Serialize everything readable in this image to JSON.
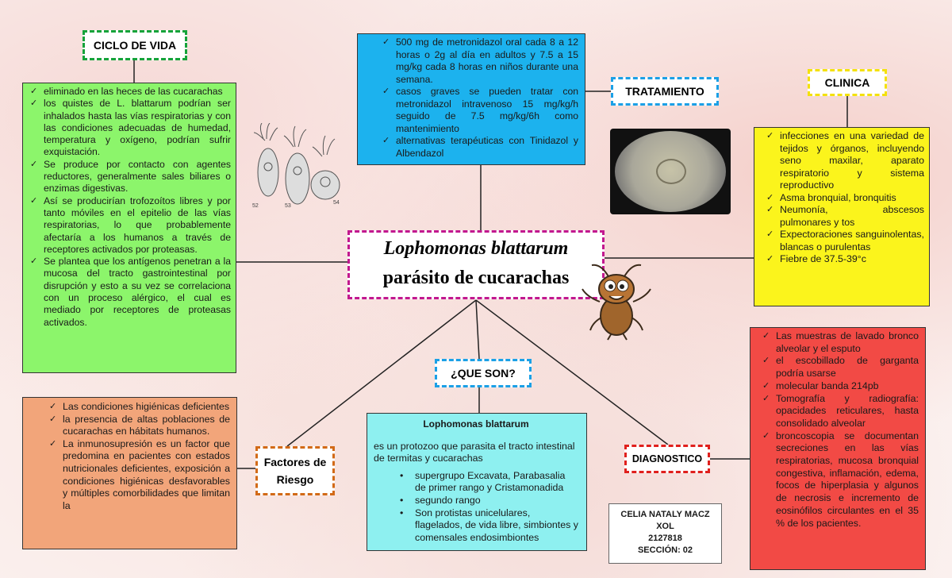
{
  "title": {
    "line1": "Lophomonas blattarum",
    "line2": "parásito de cucarachas"
  },
  "ciclo_de_vida": {
    "label": "CICLO DE VIDA",
    "items": [
      "eliminado en las heces de las cucarachas",
      "los quistes de L. blattarum podrían ser inhalados hasta las vías respiratorias y con las condiciones adecuadas de humedad, temperatura y oxígeno, podrían sufrir exquistación.",
      "Se produce por contacto con agentes reductores, generalmente sales biliares o enzimas digestivas.",
      "Así se producirían trofozoítos libres y por tanto móviles en el epitelio de las vías respiratorias, lo que probablemente afectaría a los humanos a través de receptores activados por proteasas.",
      "Se plantea que los antígenos penetran a la mucosa del tracto gastrointestinal por disrupción y esto a su vez se correlaciona con un proceso alérgico, el cual es mediado por receptores de proteasas activados."
    ]
  },
  "tratamiento": {
    "label": "TRATAMIENTO",
    "items": [
      "500 mg de metronidazol oral cada 8 a 12 horas o 2g al día en adultos y 7.5 a 15 mg/kg cada 8 horas en niños durante una semana.",
      "casos graves se pueden tratar con metronidazol intravenoso 15 mg/kg/h seguido de 7.5 mg/kg/6h como mantenimiento",
      "alternativas terapéuticas con Tinidazol y Albendazol"
    ]
  },
  "clinica": {
    "label": "CLINICA",
    "items": [
      "infecciones en una variedad de tejidos y órganos, incluyendo seno maxilar, aparato respiratorio y sistema reproductivo",
      "Asma bronquial, bronquitis",
      "Neumonía, abscesos pulmonares y tos",
      "Expectoraciones sanguinolentas, blancas o purulentas",
      "Fiebre de 37.5-39°c"
    ]
  },
  "que_son": {
    "label": "¿QUE SON?",
    "heading": "Lophomonas blattarum",
    "intro": "es un protozoo que parasita el tracto intestinal de termitas y cucarachas",
    "items": [
      "supergrupo Excavata, Parabasalia de primer rango y Cristamonadida",
      "segundo rango",
      "Son protistas unicelulares, flagelados, de vida libre, simbiontes y comensales endosimbiontes"
    ]
  },
  "factores": {
    "label_line1": "Factores de",
    "label_line2": "Riesgo",
    "items": [
      "Las condiciones higiénicas deficientes",
      "la presencia de altas poblaciones de cucarachas en hábitats humanos.",
      "La inmunosupresión es un factor que predomina en pacientes con estados nutricionales deficientes, exposición a condiciones higiénicas desfavorables y múltiples comorbilidades que limitan la"
    ]
  },
  "diagnostico": {
    "label": "DIAGNOSTICO",
    "items": [
      "Las muestras de lavado bronco alveolar y el esputo",
      "el escobillado de garganta podría usarse",
      "molecular banda 214pb",
      "Tomografía y radiografía: opacidades reticulares, hasta consolidado alveolar",
      "broncoscopia se documentan secreciones en las vías respiratorias, mucosa bronquial congestiva, inflamación, edema, focos de hiperplasia y algunos de necrosis e incremento de eosinófilos circulantes en el 35 % de los pacientes."
    ]
  },
  "author": {
    "name_line1": "CELIA NATALY MACZ",
    "name_line2": "XOL",
    "id": "2127818",
    "section": "SECCIÓN: 02"
  },
  "colors": {
    "green": "#8cf56b",
    "blue": "#1cb2ee",
    "yellow": "#fbf41c",
    "cyan": "#8ef0f0",
    "orange": "#f2a57a",
    "red": "#f24a45"
  }
}
